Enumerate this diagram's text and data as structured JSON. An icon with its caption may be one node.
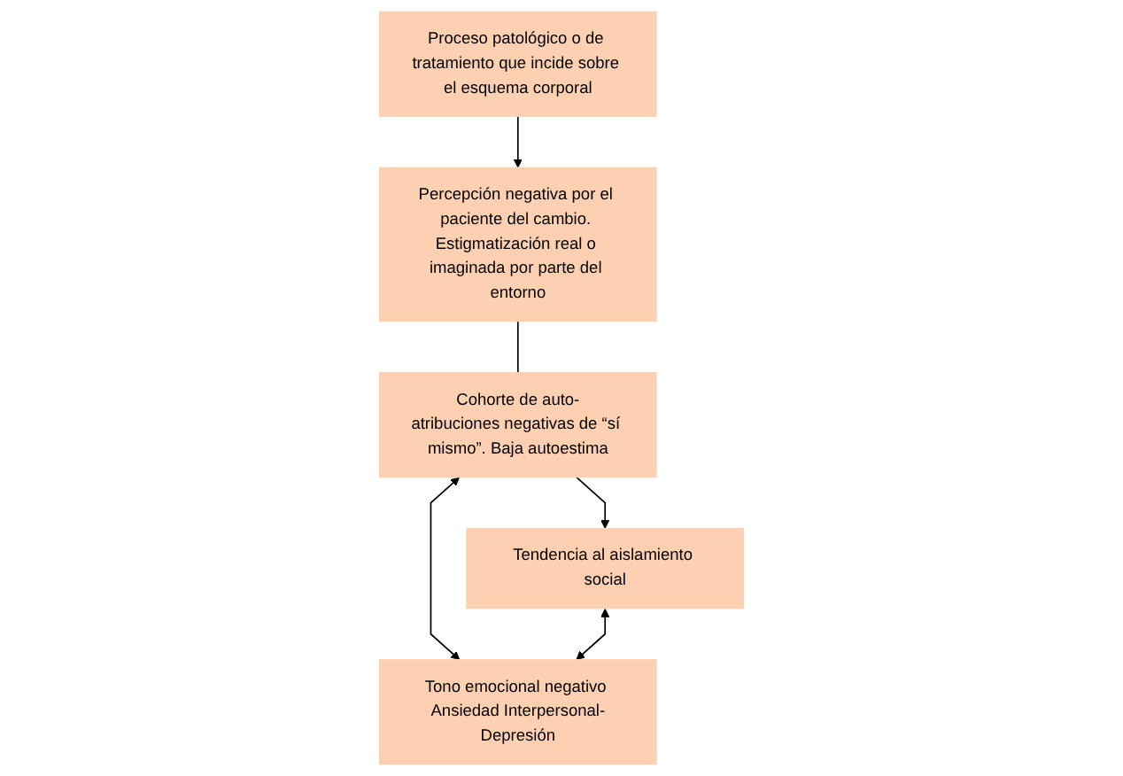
{
  "diagram": {
    "nodes": [
      {
        "text": [
          "Proceso patológico o de tratamiento que incide sobre el esquema corporal"
        ]
      },
      {
        "text": [
          "Percepción negativa por el paciente del cambio. Estigmatización real o imaginada por parte del entorno"
        ]
      },
      {
        "text": [
          "Cohorte de auto-atribuciones negativas de “sí mismo”. Baja autoestima"
        ]
      },
      {
        "text": [
          "Tendencia al aislamiento social"
        ]
      },
      {
        "text": [
          "Tono emocional negativo Ansiedad Interpersonal-Depresión"
        ]
      }
    ],
    "edges": [
      {
        "from": 0,
        "to": 1,
        "arrow": "to"
      },
      {
        "from": 1,
        "to": 2,
        "arrow": "none"
      },
      {
        "from": 2,
        "to": 3,
        "arrow": "to"
      },
      {
        "from": 2,
        "to": 4,
        "arrow": "both"
      },
      {
        "from": 3,
        "to": 4,
        "arrow": "both"
      }
    ]
  }
}
